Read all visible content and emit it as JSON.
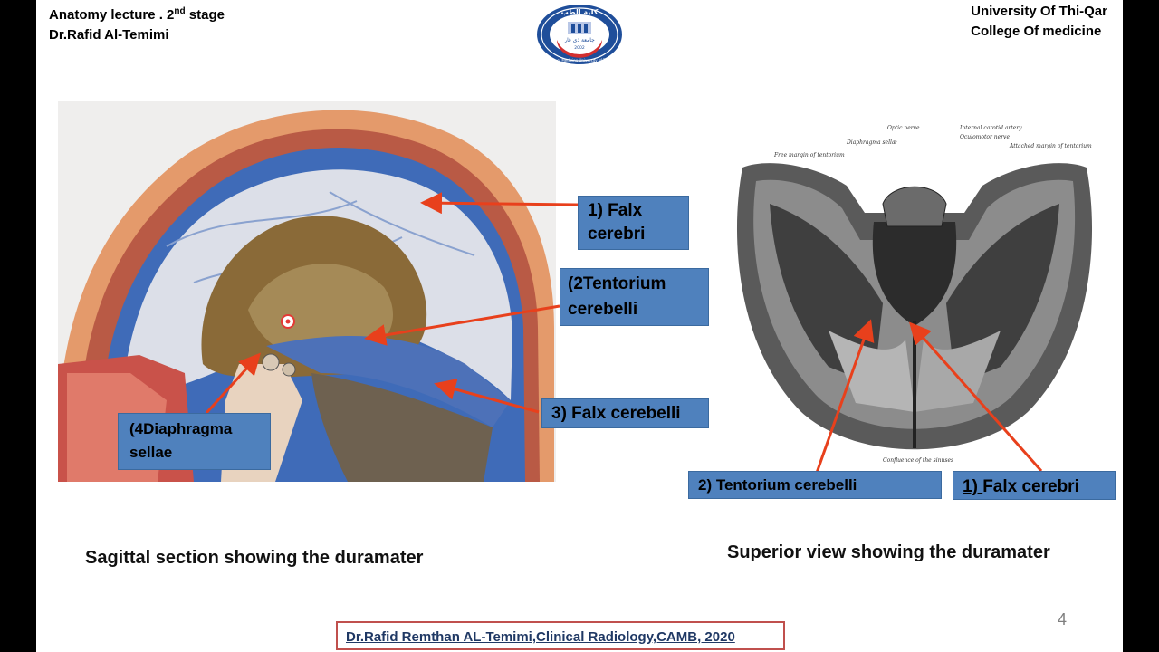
{
  "header": {
    "left_line1_pre": "Anatomy lecture . 2",
    "left_line1_sup": "nd",
    "left_line1_post": " stage",
    "left_line2": "Dr.Rafid Al-Temimi",
    "right_line1": "University Of Thi-Qar",
    "right_line2": "College Of  medicine"
  },
  "logo": {
    "top_text": "كلية الطب",
    "center_text": "جامعة ذي قار",
    "ring_text": "College of Medicine University of Thi-Qar",
    "year": "2002"
  },
  "left_figure": {
    "labels": {
      "falx_cerebri_1": "1) Falx",
      "falx_cerebri_2": "cerebri",
      "tentorium_1": "(2Tentorium",
      "tentorium_2": "cerebelli",
      "falx_cerebelli": "3) Falx  cerebelli",
      "diaphragma_1": "(4Diaphragma",
      "diaphragma_2": "sellae"
    },
    "caption": "Sagittal section showing the duramater"
  },
  "right_figure": {
    "labels": {
      "tentorium": "2) Tentorium cerebelli",
      "falx_num": "1) ",
      "falx_text": "Falx cerebri"
    },
    "caption": "Superior view showing the duramater"
  },
  "page_number": "4",
  "credit": "Dr.Rafid Remthan AL-Temimi,Clinical Radiology,CAMB, 2020 ",
  "colors": {
    "label_fill": "#4f81bd",
    "arrow": "#e8401c",
    "credit_border": "#c0504d"
  }
}
